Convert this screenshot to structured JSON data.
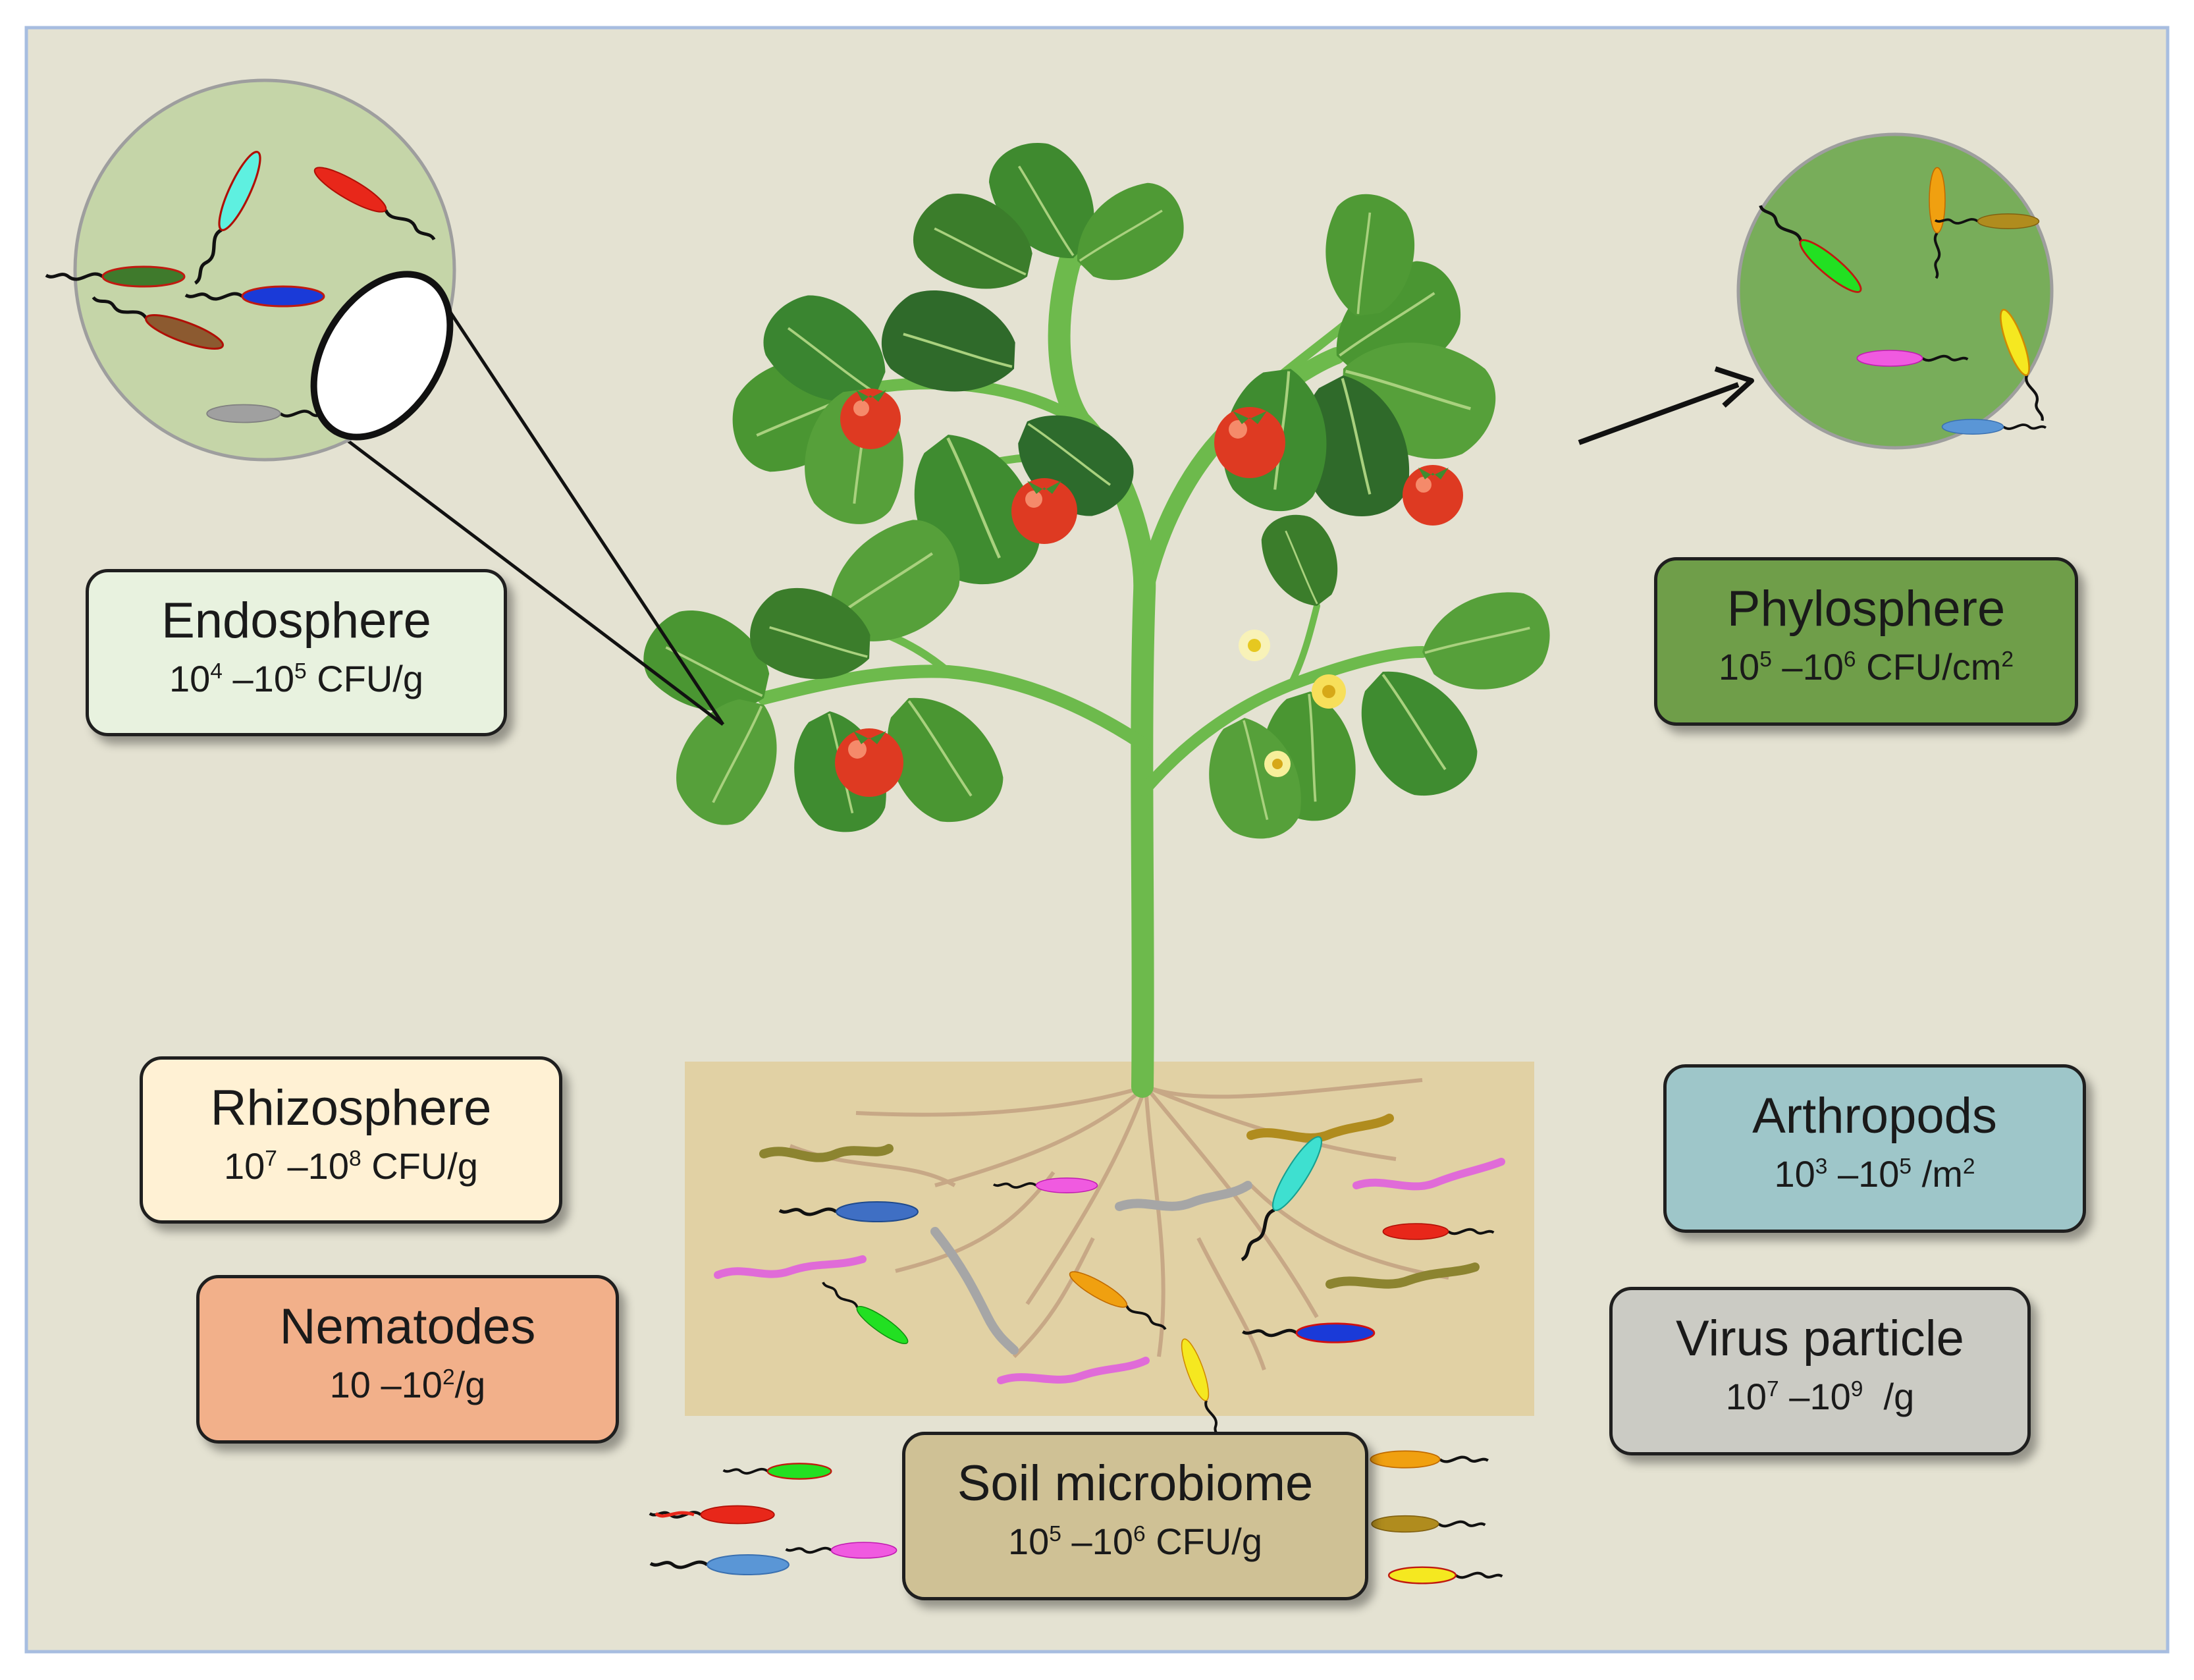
{
  "colors": {
    "background": "#e4e2d2",
    "frame": "#a7bde0",
    "soil": "#e1d1a4",
    "endosphere": "#e8f2df",
    "phylosphere": "#6f9e49",
    "rhizosphere": "#fff1d4",
    "nematodes": "#f2b08a",
    "soil_microbiome": "#cfc195",
    "arthropods": "#9ec6c9",
    "virus": "#cbcbc4"
  },
  "icons": [
    "tomato-plant-icon",
    "tomato-fruit-icon",
    "flower-icon",
    "bacterium-icon",
    "virus-worm-icon",
    "magnifier-lens-icon",
    "arrow-icon"
  ],
  "labels": {
    "endosphere": {
      "name": "Endosphere",
      "v1": "10",
      "e1": "4",
      "v2": " –10",
      "e2": "5",
      "unit": " CFU/g"
    },
    "phylosphere": {
      "name": "Phylosphere",
      "v1": "10",
      "e1": "5",
      "v2": " –10",
      "e2": "6",
      "unit": " CFU/cm",
      "e3": "2"
    },
    "rhizosphere": {
      "name": "Rhizosphere",
      "v1": "10",
      "e1": "7",
      "v2": " –10",
      "e2": "8",
      "unit": " CFU/g"
    },
    "nematodes": {
      "name": "Nematodes",
      "v1": "10 –10",
      "e1": "2",
      "unit": "/g"
    },
    "soil_microbiome": {
      "name": "Soil microbiome",
      "v1": "10",
      "e1": "5",
      "v2": " –10",
      "e2": "6",
      "unit": " CFU/g"
    },
    "arthropods": {
      "name": "Arthropods",
      "v1": "10",
      "e1": "3",
      "v2": " –10",
      "e2": "5",
      "unit": " /m",
      "e3": "2"
    },
    "virus": {
      "name": "Virus particle",
      "v1": "10",
      "e1": "7",
      "v2": " –10",
      "e2": "9",
      "unit": "  /g"
    }
  }
}
